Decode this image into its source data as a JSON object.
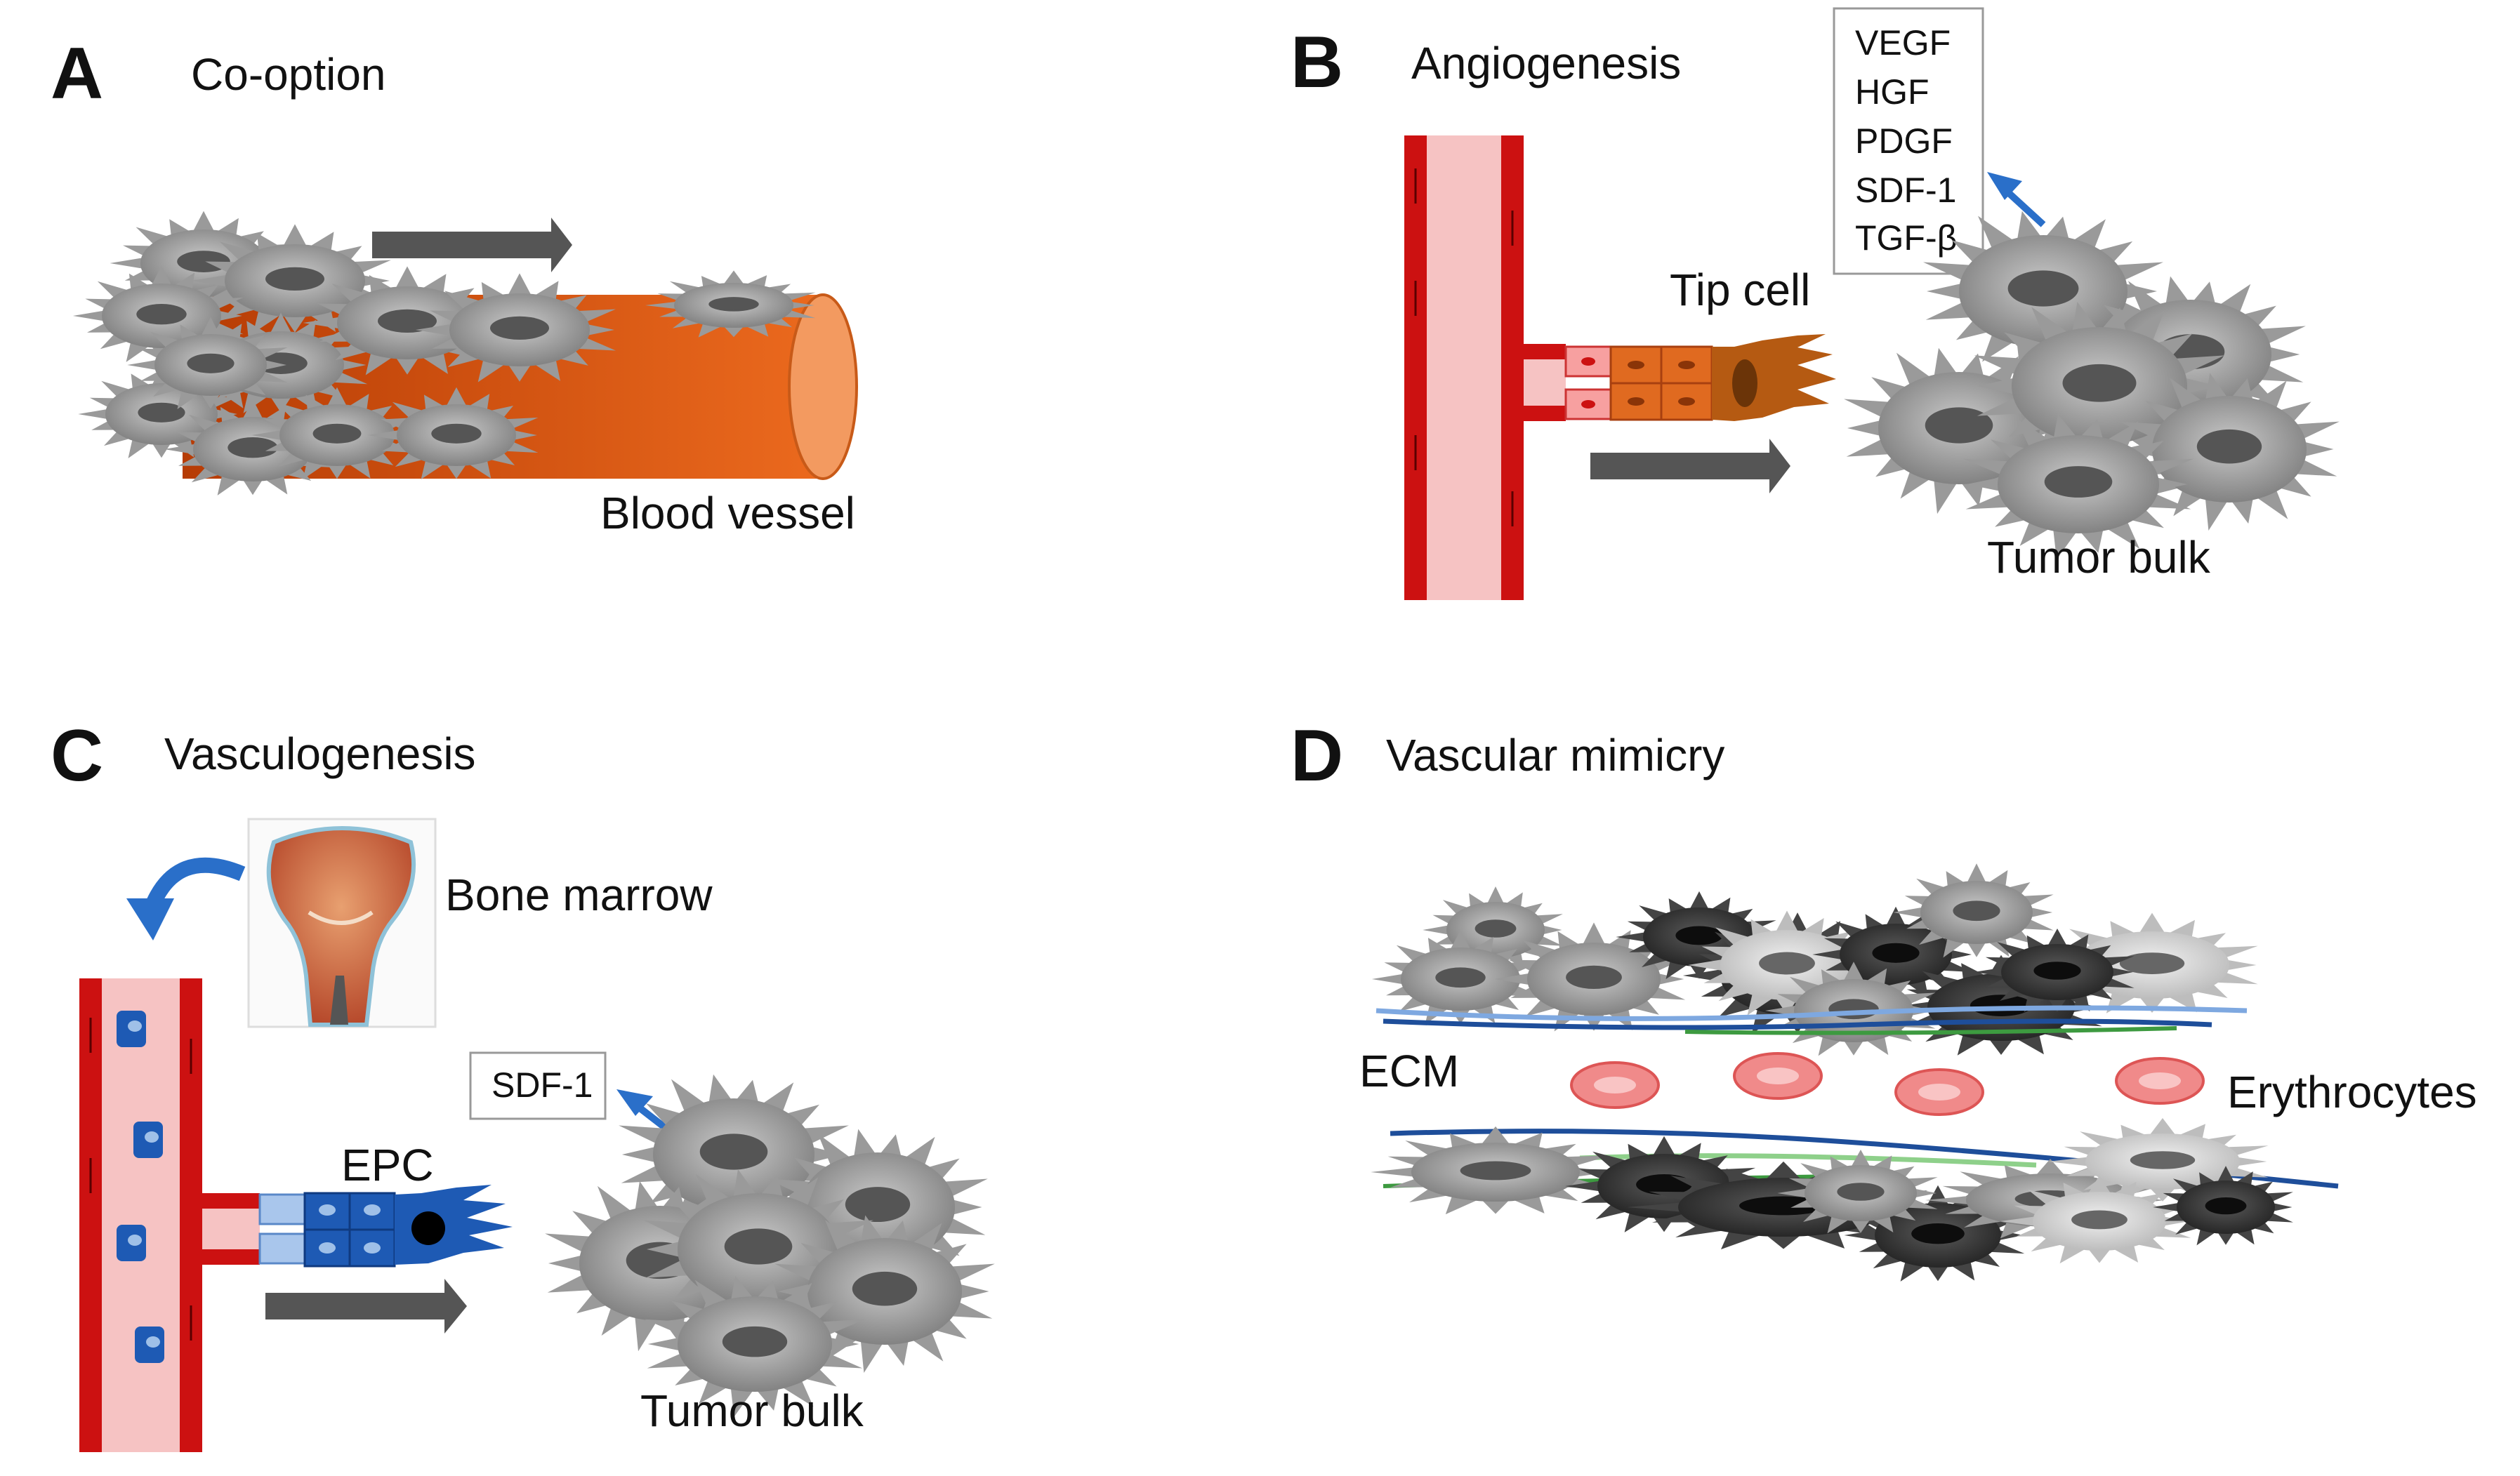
{
  "panels": {
    "A": {
      "letter": "A",
      "title": "Co-option",
      "labels": {
        "vessel": "Blood vessel"
      }
    },
    "B": {
      "letter": "B",
      "title": "Angiogenesis",
      "factors": [
        "VEGF",
        "HGF",
        "PDGF",
        "SDF-1",
        "TGF-β"
      ],
      "labels": {
        "tip_cell": "Tip cell",
        "tumor": "Tumor bulk"
      }
    },
    "C": {
      "letter": "C",
      "title": "Vasculogenesis",
      "factor": "SDF-1",
      "labels": {
        "bone_marrow": "Bone marrow",
        "epc": "EPC",
        "tumor": "Tumor bulk"
      }
    },
    "D": {
      "letter": "D",
      "title": "Vascular mimicry",
      "labels": {
        "ecm": "ECM",
        "erythrocytes": "Erythrocytes"
      }
    }
  },
  "colors": {
    "vessel_orange": "#e05a10",
    "vessel_red": "#cc1111",
    "vessel_lumen": "#f6c3c3",
    "tip_cell": "#b55a12",
    "epc_blue": "#1e5ab4",
    "tumor_gray": "#8c8c8c",
    "tumor_dark": "#2e2e2e",
    "arrow_gray": "#555555",
    "arrow_blue": "#2a6fc9",
    "erythrocyte": "#f08a8a"
  }
}
